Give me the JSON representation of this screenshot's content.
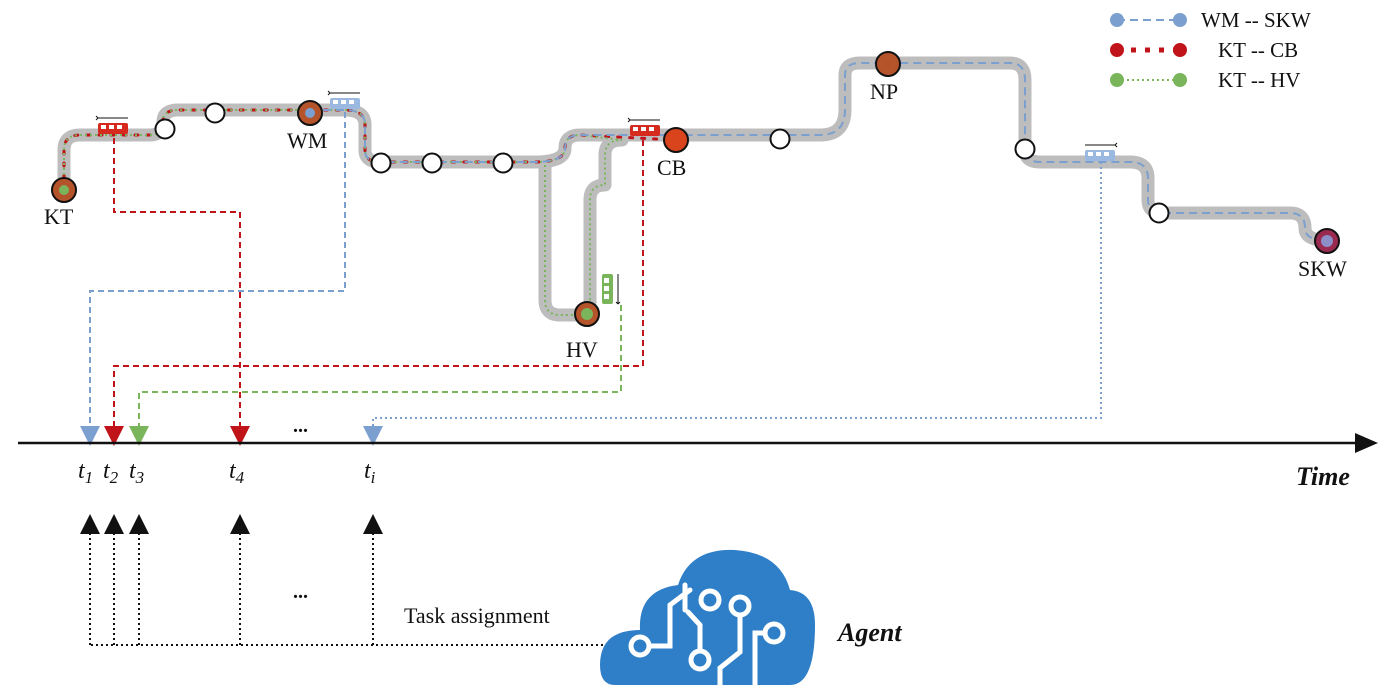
{
  "stations": {
    "kt": "KT",
    "wm": "WM",
    "hv": "HV",
    "cb": "CB",
    "np": "NP",
    "skw": "SKW"
  },
  "legend": [
    {
      "label": "WM -- SKW",
      "color": "#7b9fcf",
      "style": "dashed"
    },
    {
      "label": "KT -- CB",
      "color": "#c0141a",
      "style": "dotted-thick"
    },
    {
      "label": "KT -- HV",
      "color": "#7ab55c",
      "style": "dotted"
    }
  ],
  "timeline": {
    "axis_title": "Time",
    "ticks": [
      {
        "base": "t",
        "sub": "1"
      },
      {
        "base": "t",
        "sub": "2"
      },
      {
        "base": "t",
        "sub": "3"
      },
      {
        "base": "t",
        "sub": "4"
      },
      {
        "base": "t",
        "sub": "i"
      }
    ],
    "ellipsis": "..."
  },
  "agent": {
    "label": "Agent",
    "task_label": "Task assignment"
  },
  "colors": {
    "track": "#bdbdbd",
    "wm_skw": "#7b9fcf",
    "kt_cb": "#c0141a",
    "kt_hv": "#7ab55c",
    "station_brown": "#b5542a",
    "station_cb": "#d9441c",
    "agent_blue": "#2f7fc8"
  }
}
